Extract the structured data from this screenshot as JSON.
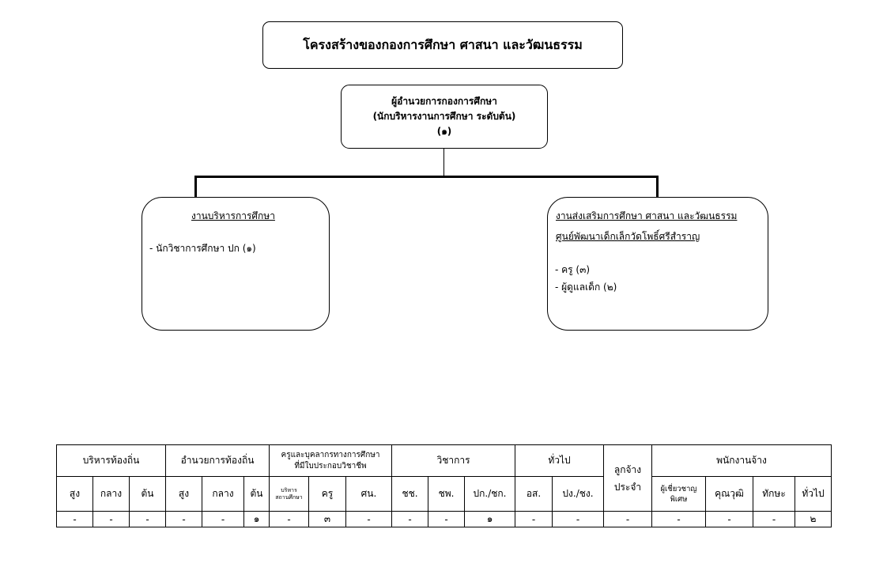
{
  "title": "โครงสร้างของกองการศึกษา  ศาสนา และวัฒนธรรม",
  "director": {
    "line1": "ผู้อำนวยการกองการศึกษา",
    "line2": "(นักบริหารงานการศึกษา ระดับต้น)",
    "line3": "(๑)"
  },
  "left_unit": {
    "title": "งานบริหารการศึกษา",
    "items": [
      "- นักวิชาการศึกษา  ปก (๑)"
    ]
  },
  "right_unit": {
    "title1": "งานส่งเสริมการศึกษา ศาสนา และวัฒนธรรม",
    "title2": "ศูนย์พัฒนาเด็กเล็กวัดโพธิ์ศรีสำราญ",
    "items": [
      "- ครู  (๓)",
      "- ผู้ดูแลเด็ก (๒)"
    ]
  },
  "table": {
    "groups": [
      "บริหารท้องถิ่น",
      "อำนวยการท้องถิ่น",
      "ครูและบุคลากรทางการศึกษาที่มีใบประกอบวิชาชีพ",
      "วิชาการ",
      "ทั่วไป",
      "ลูกจ้างประจำ",
      "พนักงานจ้าง"
    ],
    "group_lines": {
      "teacher_line1": "ครูและบุคลากรทางการศึกษา",
      "teacher_line2": "ที่มีใบประกอบวิชาชีพ",
      "regular_line1": "ลูกจ้าง",
      "regular_line2": "ประจำ"
    },
    "subheaders": {
      "admin": [
        "สูง",
        "กลาง",
        "ต้น"
      ],
      "director": [
        "สูง",
        "กลาง",
        "ต้น"
      ],
      "teacher": [
        "บริหารสถานศึกษา",
        "ครู",
        "ศน."
      ],
      "teacher_admin_line1": "บริหาร",
      "teacher_admin_line2": "สถานศึกษา",
      "academic": [
        "ชช.",
        "ชพ.",
        "ปก./ชก."
      ],
      "general": [
        "อส.",
        "ปง./ชง."
      ],
      "contract": [
        "ผู้เชี่ยวชาญพิเศษ",
        "คุณวุฒิ",
        "ทักษะ",
        "ทั่วไป"
      ],
      "contract_expert_line1": "ผู้เชี่ยวชาญ",
      "contract_expert_line2": "พิเศษ"
    },
    "values": [
      "-",
      "-",
      "-",
      "-",
      "-",
      "๑",
      "-",
      "๓",
      "-",
      "-",
      "-",
      "๑",
      "-",
      "-",
      "-",
      "-",
      "-",
      "-",
      "๒"
    ]
  }
}
